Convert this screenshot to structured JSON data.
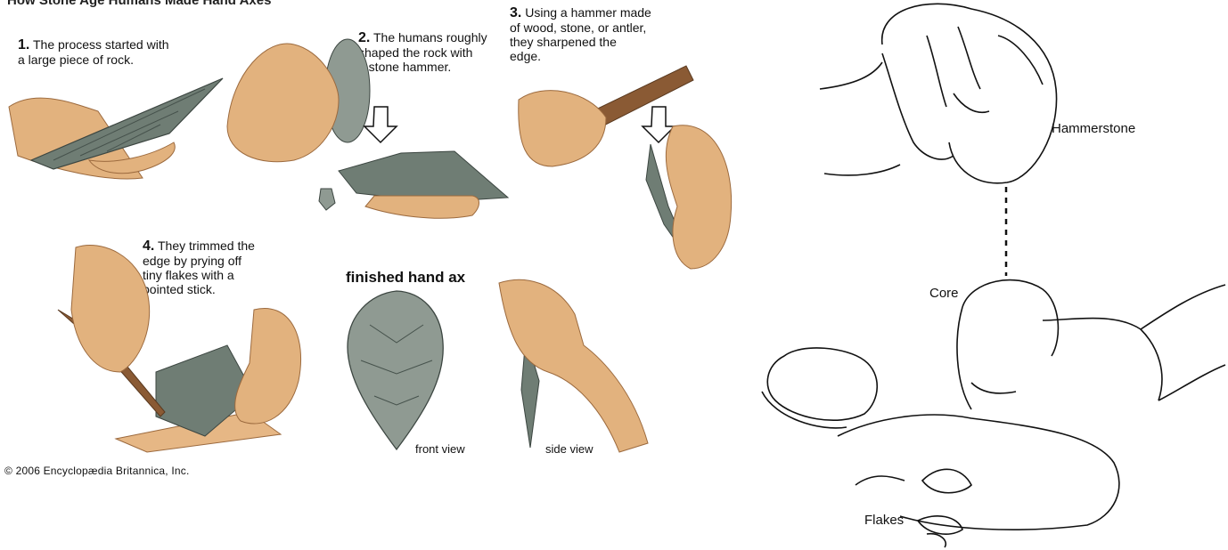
{
  "header": {
    "title": "How Stone Age Humans Made Hand Axes"
  },
  "steps": [
    {
      "num": "1.",
      "text": "The process started with\na large piece of rock."
    },
    {
      "num": "2.",
      "text": "The humans roughly\nshaped the rock with\na stone hammer."
    },
    {
      "num": "3.",
      "text": "Using a hammer made\nof wood, stone, or antler,\nthey sharpened the\nedge."
    },
    {
      "num": "4.",
      "text": "They trimmed the\nedge by prying off\ntiny flakes with a\npointed stick."
    }
  ],
  "finished": {
    "title": "finished hand ax",
    "front_label": "front view",
    "side_label": "side view"
  },
  "copyright": "© 2006 Encyclopædia Britannica, Inc.",
  "sketch": {
    "hammerstone": "Hammerstone",
    "core": "Core",
    "flakes": "Flakes"
  },
  "colors": {
    "skin": "#e2b27e",
    "skin_shadow": "#b9824f",
    "rock": "#6f7d74",
    "rock_dark": "#46524c",
    "wood": "#8a5a34",
    "line": "#111111"
  }
}
